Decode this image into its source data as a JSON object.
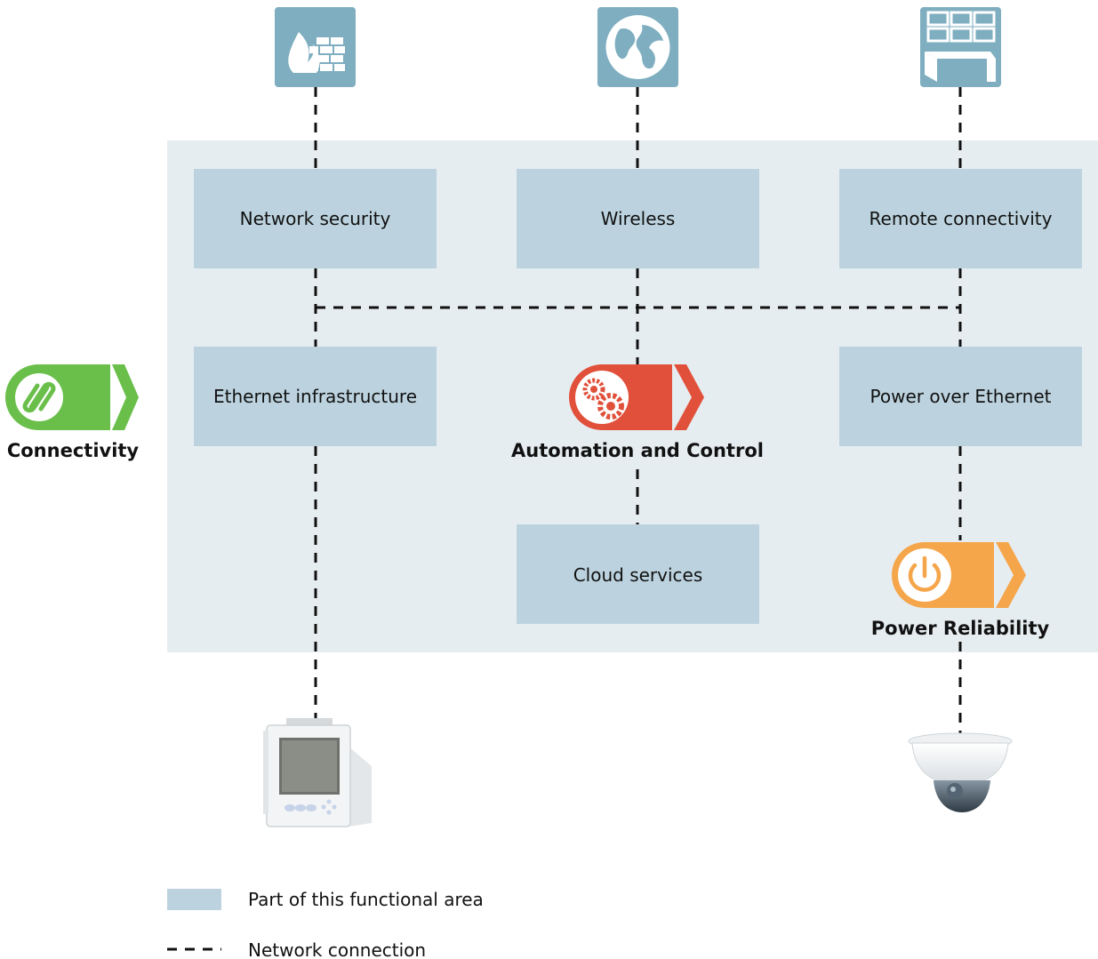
{
  "boxes": {
    "network_security": "Network security",
    "wireless": "Wireless",
    "remote_connectivity": "Remote connectivity",
    "ethernet_infrastructure": "Ethernet infrastructure",
    "power_over_ethernet": "Power over Ethernet",
    "cloud_services": "Cloud services"
  },
  "badges": {
    "connectivity": {
      "label": "Connectivity",
      "color": "#6abf4b",
      "icon": "chain-link-icon"
    },
    "automation": {
      "label": "Automation and Control",
      "color": "#e1503a",
      "icon": "gears-icon"
    },
    "power": {
      "label": "Power Reliability",
      "color": "#f5a54a",
      "icon": "power-icon"
    }
  },
  "top_icons": [
    "firewall-icon",
    "globe-icon",
    "video-wall-icon"
  ],
  "devices": [
    "power-meter-device",
    "dome-camera-device"
  ],
  "legend": {
    "area_label": "Part of this functional area",
    "connection_label": "Network connection"
  },
  "colors": {
    "area_background": "#e6edf1",
    "box_fill": "#bcd3df",
    "icon_tile": "#7eaec0"
  }
}
